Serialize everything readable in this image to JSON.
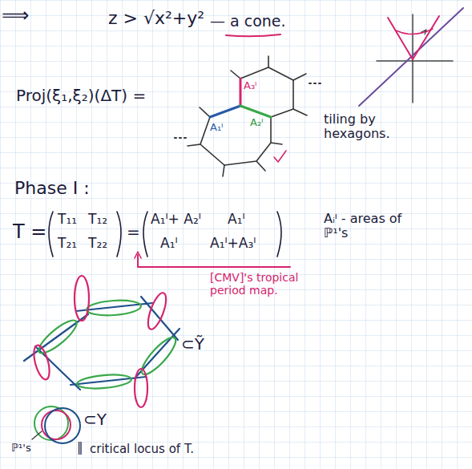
{
  "diagram": {
    "labels": [
      "⟹",
      "z > √x²+y²",
      "— a cone.",
      "Proj(ξ₁,ξ₂)(ΔT) =",
      "A₃ᴵ",
      "A₁ᴵ",
      "A₂ᴵ",
      "tiling by hexagons.",
      "Phase I :",
      "T =",
      "T₁₁",
      "T₁₂",
      "T₂₁",
      "T₂₂",
      "=",
      "A₁ᴵ+ A₂ᴵ",
      "A₁ᴵ",
      "A₁ᴵ",
      "A₁ᴵ+A₃ᴵ",
      "Aᵢᴵ - areas of ℙ¹'s",
      "[CMV]'s tropical period map.",
      "⊂Ỹ",
      "⊂Y",
      "ℙ¹'s",
      "‖",
      "critical locus of T."
    ]
  }
}
